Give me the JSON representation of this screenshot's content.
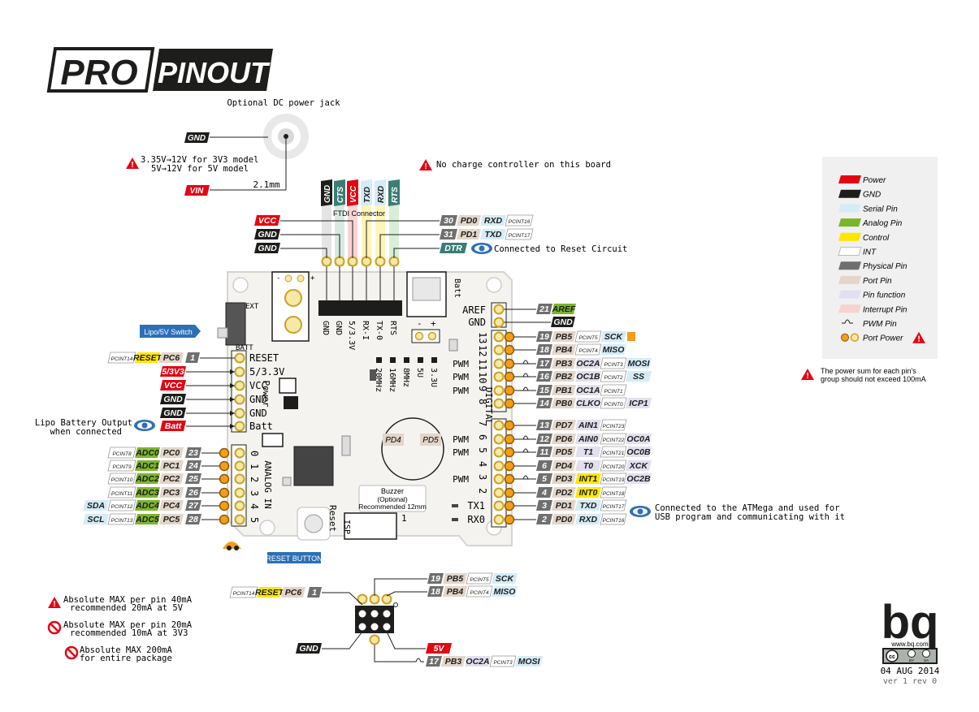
{
  "title": {
    "pro": "PRO",
    "pinout": "PINOUT"
  },
  "power_jack": {
    "label": "Optional DC power jack",
    "gnd": "GND",
    "vin": "VIN",
    "size": "2.1mm",
    "warn1": "3.35V→12V for 3V3 model",
    "warn2": "5V→12V for  5V model"
  },
  "no_charge_note": "No charge controller on this board",
  "ftdi": {
    "label": "FTDI Connector",
    "pins": [
      "GND",
      "CTS",
      "VCC",
      "TXD",
      "RXD",
      "RTS"
    ],
    "left_labels": [
      "VCC",
      "GND",
      "GND"
    ],
    "board_labels": [
      "GND",
      "GND",
      "5/3.3V",
      "RX-I",
      "TX-0",
      "RTS"
    ],
    "dtr": "DTR",
    "dtr_note": "Connected to Reset Circuit",
    "rxd_row": {
      "num": "30",
      "port": "PD0",
      "fn": "RXD",
      "int": "PCINT16"
    },
    "txd_row": {
      "num": "31",
      "port": "PD1",
      "fn": "TXD",
      "int": "PCINT17"
    }
  },
  "switch": {
    "label": "Lipo/5V Switch",
    "ext": "EXT",
    "batt": "BATT"
  },
  "batt_connector": "Batt",
  "power_header": {
    "labels": [
      "RESET",
      "5/3.3V",
      "VCC",
      "GND",
      "GND",
      "Batt"
    ],
    "title": "Power",
    "reset_row": {
      "int": "PCINT14",
      "reset": "RESET",
      "port": "PC6",
      "num": "1"
    },
    "ext": [
      "5/3V3",
      "VCC",
      "GND",
      "GND",
      "Batt"
    ]
  },
  "lipo_note": {
    "line1": "Lipo Battery Output",
    "line2": "when connected"
  },
  "analog": {
    "title": "ANALOG IN",
    "nums": [
      "0",
      "1",
      "2",
      "3",
      "4",
      "5"
    ],
    "rows": [
      {
        "int": "PCINT8",
        "adc": "ADC0",
        "port": "PC0",
        "num": "23",
        "extra": ""
      },
      {
        "int": "PCINT9",
        "adc": "ADC1",
        "port": "PC1",
        "num": "24",
        "extra": ""
      },
      {
        "int": "PCINT10",
        "adc": "ADC2",
        "port": "PC2",
        "num": "25",
        "extra": ""
      },
      {
        "int": "PCINT11",
        "adc": "ADC3",
        "port": "PC3",
        "num": "26",
        "extra": ""
      },
      {
        "int": "PCINT12",
        "adc": "ADC4",
        "port": "PC4",
        "num": "27",
        "extra": "SDA"
      },
      {
        "int": "PCINT13",
        "adc": "ADC5",
        "port": "PC5",
        "num": "28",
        "extra": "SCL"
      }
    ]
  },
  "digital": {
    "title": "DIGITAL",
    "aref": {
      "label": "AREF",
      "num": "21",
      "fn": "AREF"
    },
    "gnd": {
      "label": "GND",
      "fn": "GND"
    },
    "rows": [
      {
        "pin": "13",
        "pwm": "",
        "num": "19",
        "port": "PB5",
        "int": "PCINT5",
        "fn": "",
        "extra": "SCK"
      },
      {
        "pin": "12",
        "pwm": "",
        "num": "18",
        "port": "PB4",
        "int": "PCINT4",
        "fn": "",
        "extra": "MISO"
      },
      {
        "pin": "11",
        "pwm": "PWM",
        "num": "17",
        "port": "PB3",
        "int": "PCINT3",
        "fn": "OC2A",
        "extra": "MOSI"
      },
      {
        "pin": "10",
        "pwm": "PWM",
        "num": "16",
        "port": "PB2",
        "int": "PCINT2",
        "fn": "OC1B",
        "extra": "SS"
      },
      {
        "pin": "9",
        "pwm": "PWM",
        "num": "15",
        "port": "PB1",
        "int": "PCINT1",
        "fn": "OC1A",
        "extra": ""
      },
      {
        "pin": "8",
        "pwm": "",
        "num": "14",
        "port": "PB0",
        "int": "PCINT0",
        "fn": "CLKO",
        "extra": "ICP1"
      },
      {
        "pin": "7",
        "pwm": "",
        "num": "13",
        "port": "PD7",
        "int": "PCINT23",
        "fn": "AIN1",
        "extra": ""
      },
      {
        "pin": "6",
        "pwm": "PWM",
        "num": "12",
        "port": "PD6",
        "int": "PCINT22",
        "fn": "AIN0",
        "extra": "OC0A"
      },
      {
        "pin": "5",
        "pwm": "PWM",
        "num": "11",
        "port": "PD5",
        "int": "PCINT21",
        "fn": "T1",
        "extra": "OC0B"
      },
      {
        "pin": "4",
        "pwm": "",
        "num": "6",
        "port": "PD4",
        "int": "PCINT20",
        "fn": "T0",
        "extra": "XCK"
      },
      {
        "pin": "3",
        "pwm": "PWM",
        "num": "5",
        "port": "PD3",
        "int": "PCINT19",
        "fn": "INT1",
        "extra": "OC2B"
      },
      {
        "pin": "2",
        "pwm": "",
        "num": "4",
        "port": "PD2",
        "int": "PCINT18",
        "fn": "INT0",
        "extra": ""
      },
      {
        "pin": "TX1",
        "pwm": "",
        "num": "3",
        "port": "PD1",
        "int": "PCINT17",
        "fn": "TXD",
        "extra": ""
      },
      {
        "pin": "RX0",
        "pwm": "",
        "num": "2",
        "port": "PD0",
        "int": "PCINT16",
        "fn": "RXD",
        "extra": ""
      }
    ],
    "usb_note1": "Connected to the ATMega and used for",
    "usb_note2": "USB program and communicating with it"
  },
  "jumpers": {
    "labels": [
      "20MHz",
      "16MHz",
      "8MHz",
      "5U",
      "3.3U"
    ]
  },
  "buzzer": {
    "line1": "Buzzer",
    "line2": "(Optional)",
    "line3": "Recommended 12mm",
    "pd4": "PD4",
    "pd5": "PD5"
  },
  "isp": {
    "label": "ISP",
    "one": "1"
  },
  "reset_label": "Reset",
  "reset_button": "RESET BUTTON",
  "icsp": {
    "reset_row": {
      "int": "PCINT14",
      "reset": "RESET",
      "port": "PC6",
      "num": "1"
    },
    "sck_row": {
      "num": "19",
      "port": "PB5",
      "int": "PCINT5",
      "fn": "SCK"
    },
    "miso_row": {
      "num": "18",
      "port": "PB4",
      "int": "PCINT4",
      "fn": "MISO"
    },
    "gnd": "GND",
    "v5": "5V",
    "mosi_row": {
      "num": "17",
      "port": "PB3",
      "fn": "OC2A",
      "int": "PCINT3",
      "extra": "MOSI"
    }
  },
  "warnings": {
    "w1a": "Absolute MAX per pin 40mA",
    "w1b": "recommended 20mA at 5V",
    "w2a": "Absolute MAX per pin 20mA",
    "w2b": "recommended 10mA at 3V3",
    "w3a": "Absolute MAX 200mA",
    "w3b": "for entire package"
  },
  "legend": {
    "items": [
      "Power",
      "GND",
      "Serial Pin",
      "Analog Pin",
      "Control",
      "INT",
      "Physical Pin",
      "Port Pin",
      "Pin function",
      "Interrupt Pin",
      "PWM Pin",
      "Port Power"
    ],
    "colors": {
      "power": "#e30613",
      "gnd": "#1d1d1b",
      "serial": "#d4ecf7",
      "analog": "#7bb52c",
      "control": "#ffe600",
      "int": "#ffffff",
      "physical": "#6f6f6e",
      "port": "#e3d5c8",
      "function": "#e2dff0",
      "interrupt": "#f6d3d0"
    },
    "note1": "The power sum for each pin's",
    "note2": "group should not exceed 100mA"
  },
  "footer": {
    "brand": "bq",
    "site": "www.bq.com",
    "cc": "cc",
    "by": "BY",
    "sa": "SA",
    "date": "04 AUG 2014",
    "version": "ver 1 rev 0"
  }
}
